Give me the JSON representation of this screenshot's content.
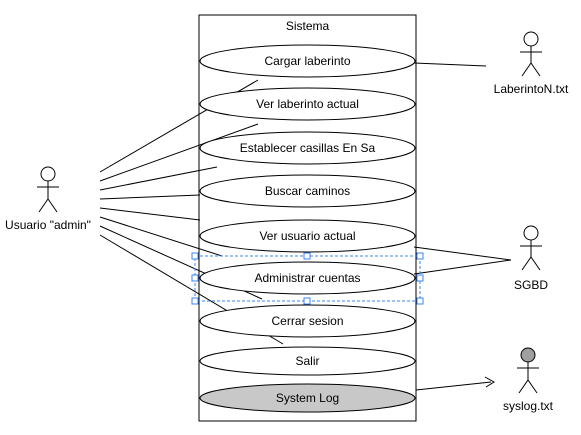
{
  "system": {
    "title": "Sistema"
  },
  "use_cases": [
    {
      "id": "cargar",
      "label": "Cargar laberinto",
      "filled": false
    },
    {
      "id": "ver-laberinto",
      "label": "Ver laberinto actual",
      "filled": false
    },
    {
      "id": "establecer",
      "label": "Establecer casillas En Sa",
      "filled": false
    },
    {
      "id": "buscar",
      "label": "Buscar caminos",
      "filled": false
    },
    {
      "id": "ver-usuario",
      "label": "Ver usuario actual",
      "filled": false
    },
    {
      "id": "administrar",
      "label": "Administrar cuentas",
      "filled": false,
      "selected": true
    },
    {
      "id": "cerrar",
      "label": "Cerrar sesion",
      "filled": false
    },
    {
      "id": "salir",
      "label": "Salir",
      "filled": false
    },
    {
      "id": "log",
      "label": "System Log",
      "filled": true
    }
  ],
  "actors": [
    {
      "id": "admin",
      "label": "Usuario \"admin\""
    },
    {
      "id": "laberinto",
      "label": "LaberintoN.txt"
    },
    {
      "id": "sgbd",
      "label": "SGBD"
    },
    {
      "id": "syslog",
      "label": "syslog.txt",
      "gray_head": true
    }
  ],
  "colors": {
    "selection": "#3a84f0",
    "log_fill": "#c8c8c8",
    "syslog_head": "#a0a0a0"
  }
}
